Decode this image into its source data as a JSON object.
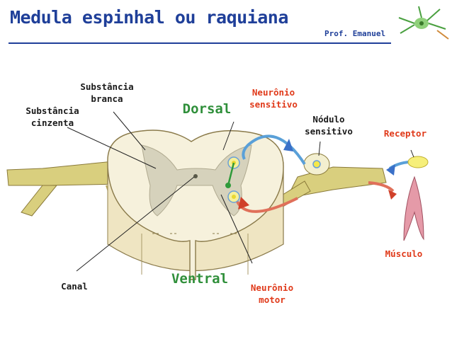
{
  "header": {
    "title": "Medula espinhal ou raquiana",
    "author": "Prof. Emanuel"
  },
  "labels": {
    "substancia_branca": "Substância\nbranca",
    "substancia_cinzenta": "Substância\ncinzenta",
    "dorsal": "Dorsal",
    "ventral": "Ventral",
    "neuronio_sensitivo": "Neurônio\nsensitivo",
    "nodulo_sensitivo": "Nódulo\nsensitivo",
    "receptor": "Receptor",
    "musculo": "Músculo",
    "canal": "Canal",
    "neuronio_motor": "Neurônio\nmotor"
  },
  "colors": {
    "title_blue": "#1f3f99",
    "label_red": "#e03a1a",
    "label_green": "#2f8f3a",
    "white_matter": "#f3edd2",
    "grey_matter": "#d6d2bc",
    "nerve": "#d9cf7e",
    "sensory_arrow": "#5aa0d8",
    "motor_arrow": "#e0705a",
    "muscle": "#e59aa8"
  }
}
